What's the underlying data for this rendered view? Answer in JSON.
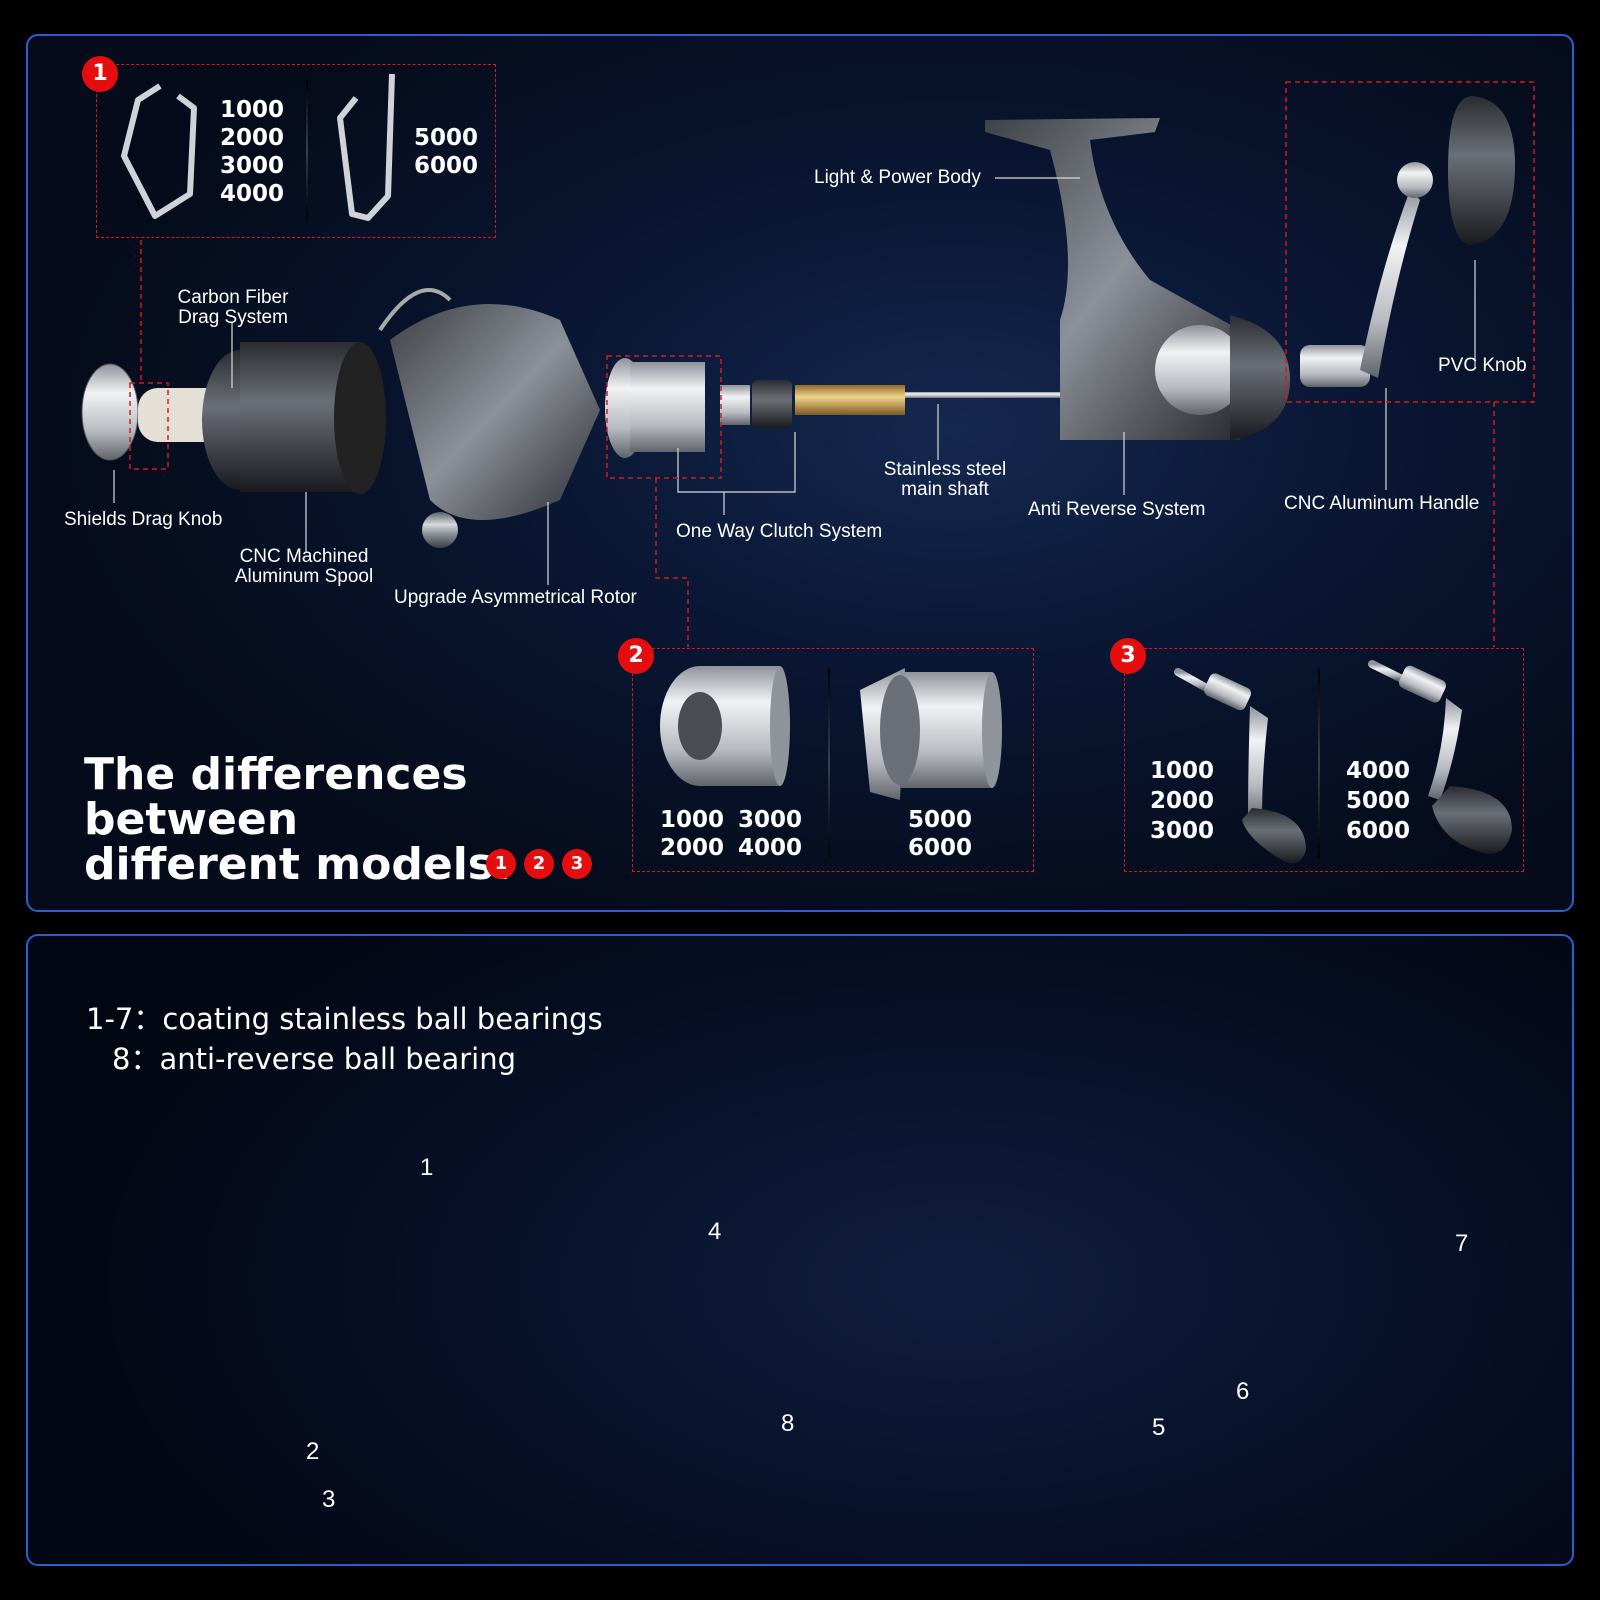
{
  "top_panel": {
    "labels": {
      "light_power_body": "Light & Power Body",
      "pvc_knob": "PVC Knob",
      "carbon_fiber": "Carbon Fiber\nDrag System",
      "shields_drag_knob": "Shields Drag Knob",
      "cnc_spool": "CNC Machined\nAluminum Spool",
      "rotor": "Upgrade Asymmetrical Rotor",
      "one_way_clutch": "One Way Clutch System",
      "main_shaft": "Stainless steel\nmain shaft",
      "anti_reverse": "Anti Reverse System",
      "cnc_handle": "CNC Aluminum Handle"
    },
    "heading": {
      "line1": "The differences",
      "line2": "between",
      "line3": "different models",
      "colon": ":"
    },
    "badges": [
      "1",
      "2",
      "3"
    ],
    "model_box_1": {
      "left_models": [
        "1000",
        "2000",
        "3000",
        "4000"
      ],
      "right_models": [
        "5000",
        "6000"
      ]
    },
    "model_box_2": {
      "left_models_a": [
        "1000",
        "2000"
      ],
      "left_models_b": [
        "3000",
        "4000"
      ],
      "right_models": [
        "5000",
        "6000"
      ]
    },
    "model_box_3": {
      "left_models": [
        "1000",
        "2000",
        "3000"
      ],
      "right_models": [
        "4000",
        "5000",
        "6000"
      ]
    }
  },
  "bottom_panel": {
    "line1_prefix": "1-7：",
    "line1_text": "coating stainless ball bearings",
    "line2_prefix": "8：",
    "line2_text": "anti-reverse ball bearing",
    "bearing_numbers": [
      "1",
      "2",
      "3",
      "4",
      "5",
      "6",
      "7",
      "8"
    ]
  },
  "colors": {
    "panel_border": "#2b5fd1",
    "badge_red": "#e50d0d",
    "bearing_green": "#2fcf2f",
    "anti_reverse_blue": "#2a3fd8",
    "callout_red": "#d21c1c"
  }
}
